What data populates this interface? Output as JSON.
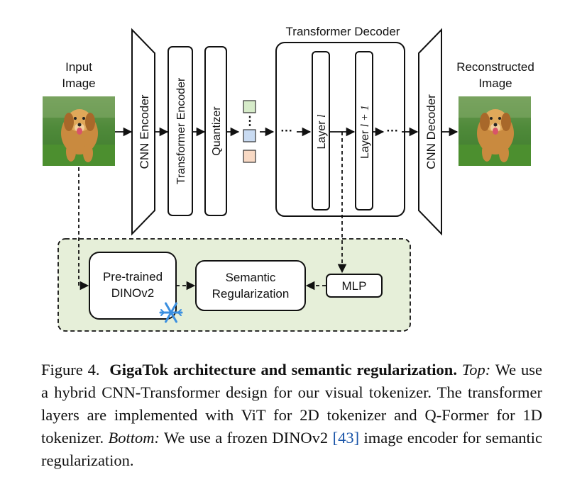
{
  "diagram": {
    "input_label": [
      "Input",
      "Image"
    ],
    "output_label": [
      "Reconstructed",
      "Image"
    ],
    "cnn_encoder": "CNN Encoder",
    "transformer_encoder": "Transformer Encoder",
    "quantizer": "Quantizer",
    "decoder_title": "Transformer Decoder",
    "layer_l": "Layer",
    "layer_l_var": "l",
    "layer_l1": "Layer",
    "layer_l1_var": "l + 1",
    "ellipsis": "···",
    "cnn_decoder": "CNN Decoder",
    "pretrained": [
      "Pre-trained",
      "DINOv2"
    ],
    "semantic": [
      "Semantic",
      "Regularization"
    ],
    "mlp": "MLP",
    "token_colors": [
      "#d6ebc9",
      "#c9dbf2",
      "#f8d9c4"
    ],
    "reg_panel_color": "#e6efd9",
    "frozen_icon": "snowflake-icon"
  },
  "caption": {
    "figure_label": "Figure 4.",
    "title": "GigaTok architecture and semantic regularization.",
    "top_label": "Top:",
    "top_text": "We use a hybrid CNN-Transformer design for our visual tokenizer. The transformer layers are implemented with ViT for 2D tokenizer and Q-Former for 1D tokenizer.",
    "bottom_label": "Bottom:",
    "bottom_text_1": "We use a frozen DINOv2",
    "ref": "[43]",
    "bottom_text_2": "image encoder for semantic regularization."
  }
}
